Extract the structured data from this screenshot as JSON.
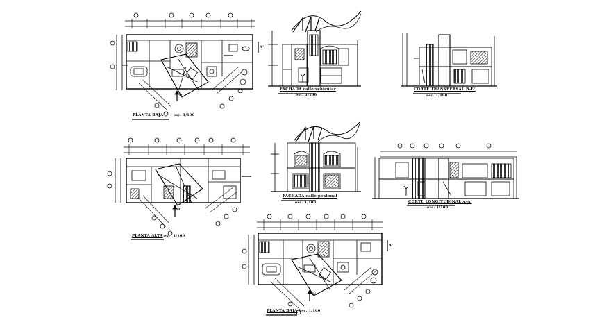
{
  "drawings": [
    {
      "id": "planta-baja-1",
      "title": "PLANTA BAJA",
      "scale": "esc. 1/100"
    },
    {
      "id": "fachada-vehicular",
      "title": "FACHADA calle vehicular",
      "scale": "esc. 1/100"
    },
    {
      "id": "corte-transversal",
      "title": "CORTE TRANSVERSAL B-B'",
      "scale": "esc. 1/100"
    },
    {
      "id": "planta-alta",
      "title": "PLANTA ALTA",
      "scale": "esc. 1/100"
    },
    {
      "id": "fachada-peatonal",
      "title": "FACHADA calle peatonal",
      "scale": "esc. 1/100"
    },
    {
      "id": "corte-longitudinal",
      "title": "CORTE LONGITUDINAL A-A'",
      "scale": "esc. 1/100"
    },
    {
      "id": "planta-baja-2",
      "title": "PLANTA BAJA",
      "scale": "esc. 1/100"
    }
  ],
  "section_marks": {
    "b": "B'",
    "a": "A'"
  },
  "colors": {
    "line": "#000000",
    "background": "#ffffff"
  }
}
